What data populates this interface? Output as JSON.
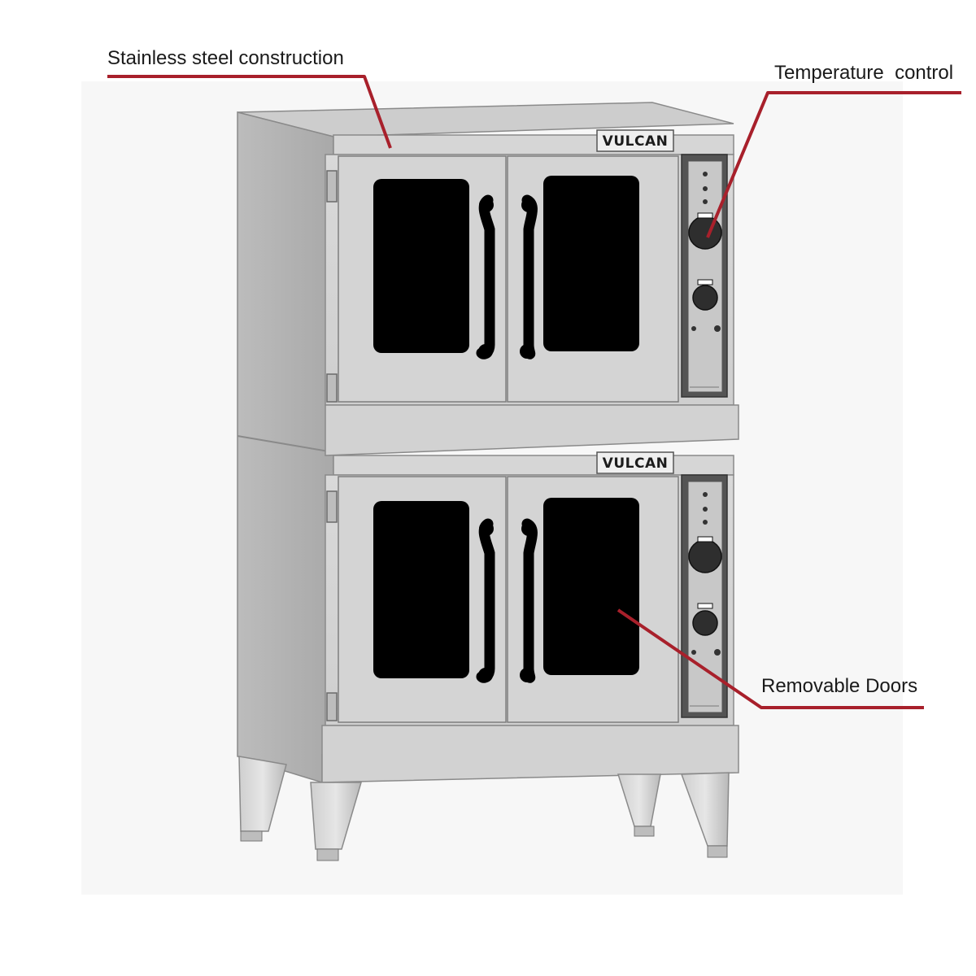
{
  "callouts": {
    "stainless_steel": "Stainless steel construction",
    "temperature_control": "Temperature  control",
    "removable_doors": "Removable Doors"
  },
  "brand": {
    "top": "VULCAN",
    "bottom": "VULCAN"
  },
  "colors": {
    "callout_line": "#a8202b",
    "steel_light": "#dcdcdc",
    "steel_mid": "#bdbdbd",
    "steel_dark": "#8e8e8e",
    "glass": "#000000",
    "control_panel": "#505050"
  }
}
